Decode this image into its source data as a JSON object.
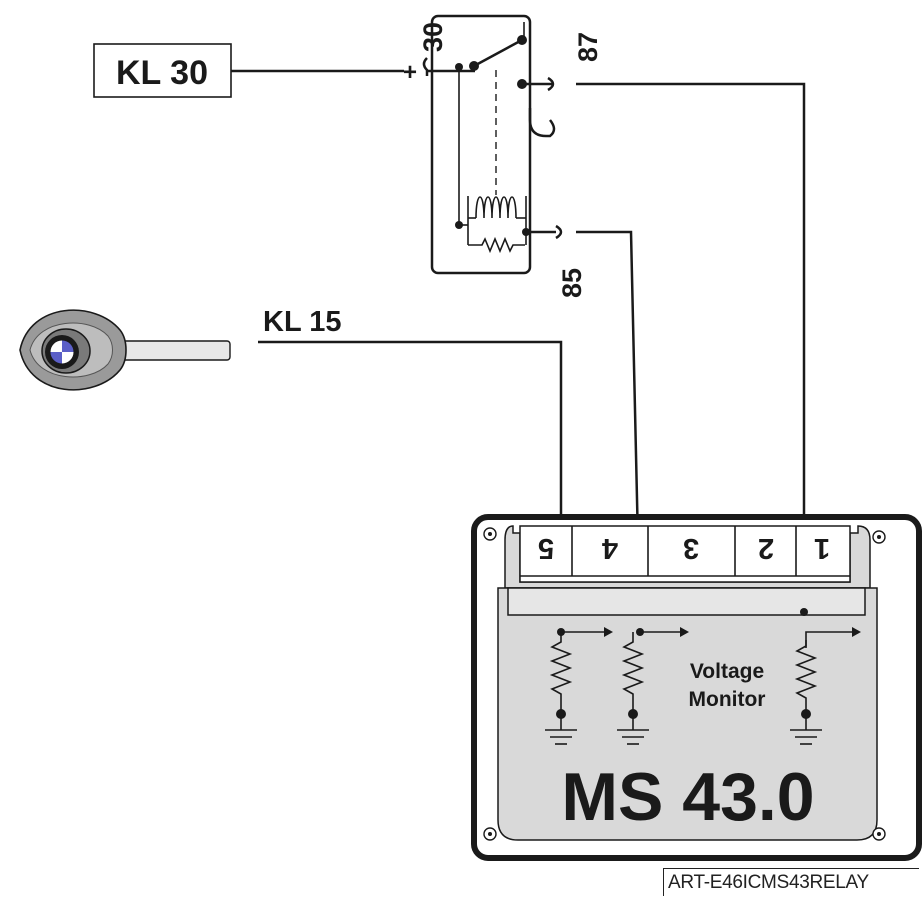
{
  "labels": {
    "kl30": "KL 30",
    "kl15": "KL 15",
    "pin30": "30",
    "pin87": "87",
    "pin85": "85",
    "plus": "+",
    "ecu_name": "MS 43.0",
    "monitor_line1": "Voltage",
    "monitor_line2": "Monitor",
    "art_code": "ART-E46ICMS43RELAY"
  },
  "connector_pins": [
    "5",
    "4",
    "3",
    "2",
    "1"
  ],
  "colors": {
    "line": "#1a1a1a",
    "ecu_fill": "#d9d9d9",
    "connector_fill": "#e6e6e6",
    "key_shell": "#9a9a9a",
    "key_blade": "#e8e8e8"
  },
  "icons": {
    "key": "bmw-key-icon",
    "ground": "ground-symbol-icon",
    "relay_coil": "coil-icon",
    "resistor": "resistor-icon"
  }
}
